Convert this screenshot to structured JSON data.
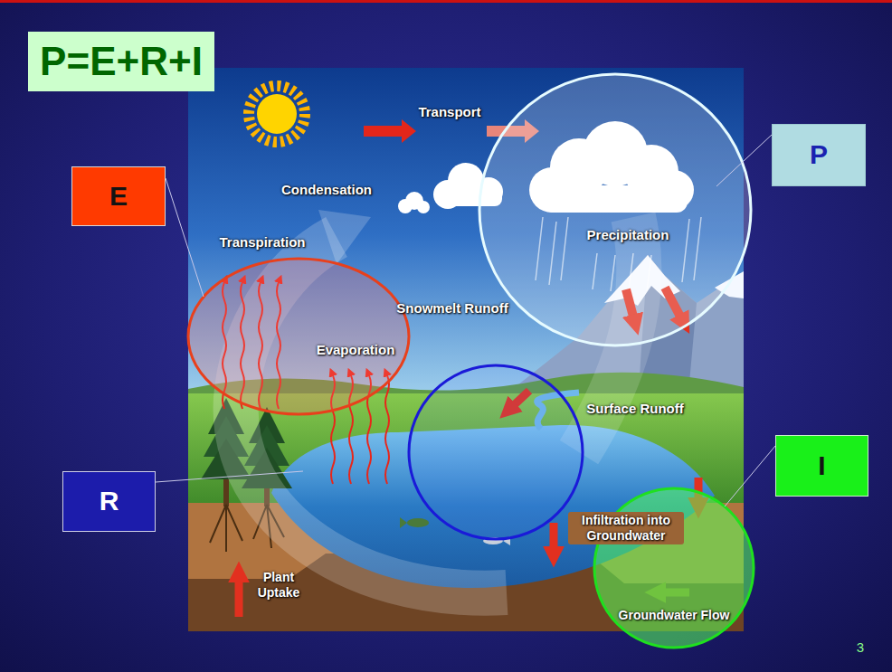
{
  "diagram": {
    "title": "P=E+R+I",
    "nodes": [
      {
        "text": [
          "P"
        ]
      },
      {
        "text": [
          "E"
        ]
      },
      {
        "text": [
          "I"
        ]
      },
      {
        "text": [
          "R"
        ]
      }
    ],
    "labels": [
      "Transport",
      "Condensation",
      "Precipitation",
      "Transpiration",
      "Snowmelt Runoff",
      "Evaporation",
      "Surface Runoff",
      "Infiltration into Groundwater",
      "Plant Uptake",
      "Groundwater Flow",
      "3"
    ]
  }
}
